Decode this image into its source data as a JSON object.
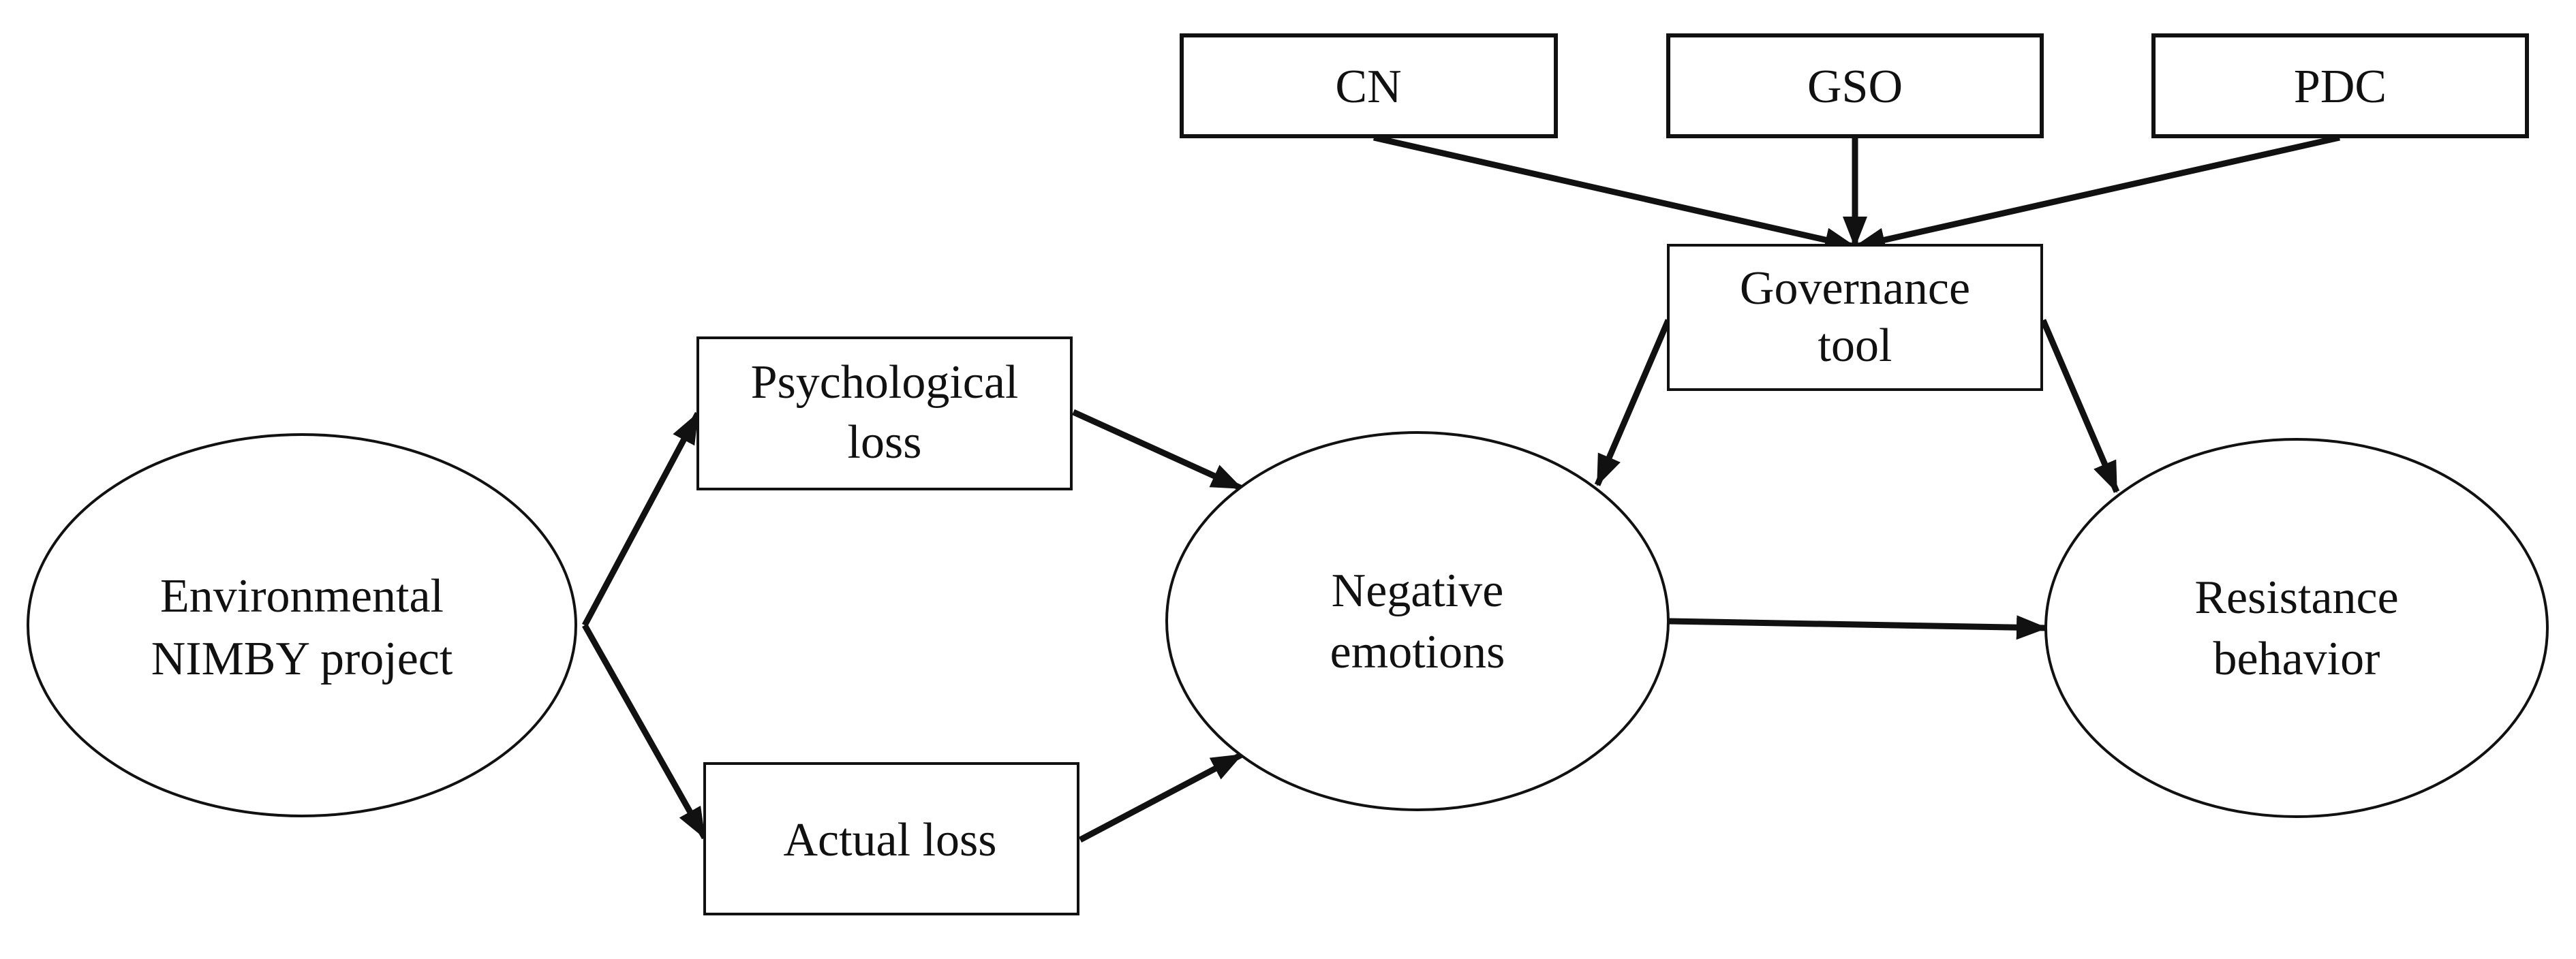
{
  "nodes": {
    "cn": "CN",
    "gso": "GSO",
    "pdc": "PDC",
    "governance_tool": [
      "Governance",
      "tool"
    ],
    "psychological_loss": [
      "Psychological",
      "loss"
    ],
    "actual_loss": "Actual loss",
    "environmental_nimby_project": [
      "Environmental",
      "NIMBY project"
    ],
    "negative_emotions": [
      "Negative",
      "emotions"
    ],
    "resistance_behavior": [
      "Resistance",
      "behavior"
    ]
  },
  "colors": {
    "stroke": "#111111",
    "fill": "#ffffff",
    "text": "#111111"
  }
}
